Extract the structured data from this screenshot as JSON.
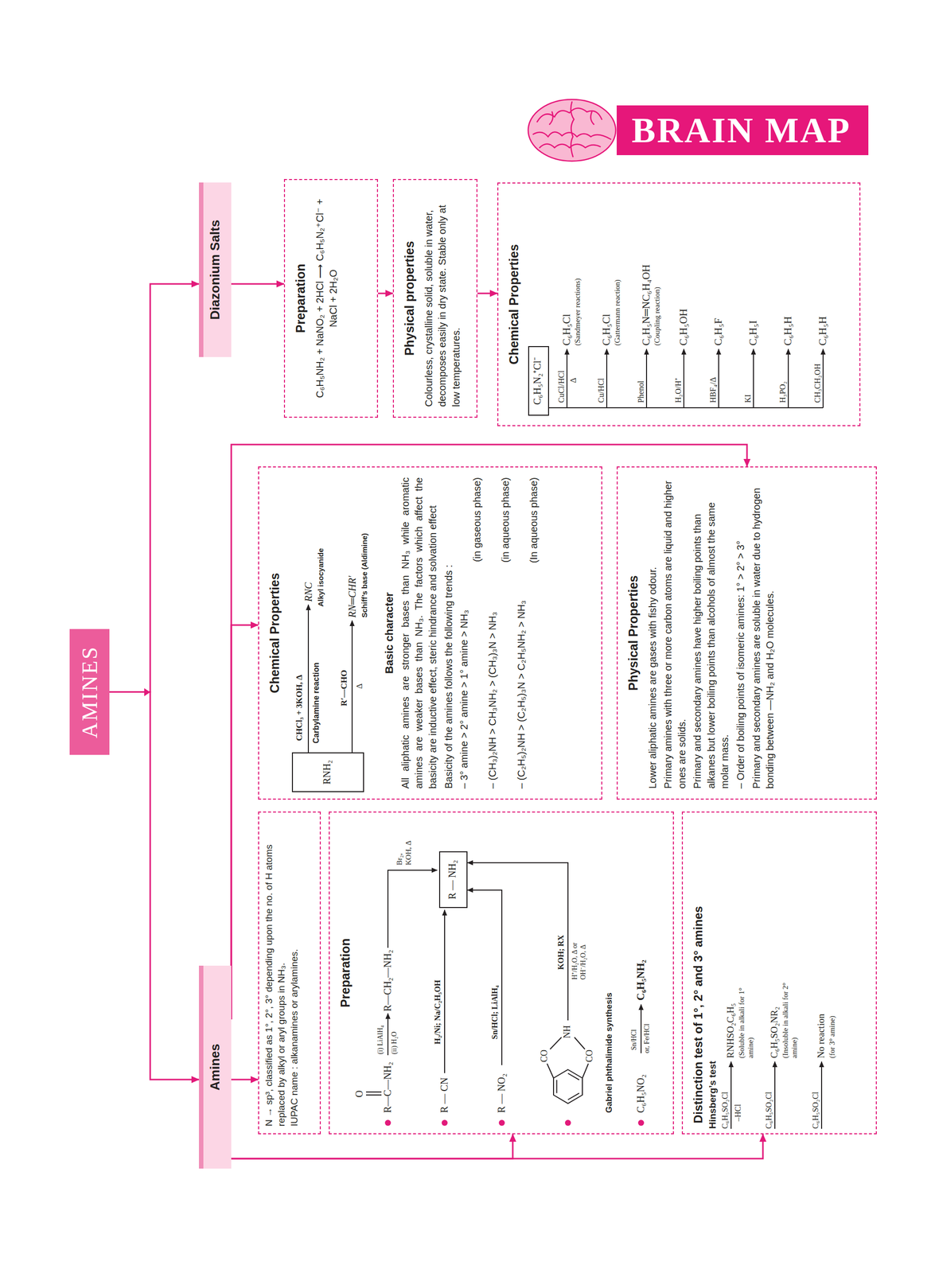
{
  "diagram": {
    "title": "BRAIN MAP",
    "nodes": [
      {
        "text": [
          "AMINES"
        ]
      },
      {
        "text": [
          "Amines"
        ]
      },
      {
        "text": [
          "Diazonium Salts"
        ]
      },
      {
        "text": [
          "N → sp³, classified as 1°, 2°, 3° depending upon the no. of H atoms replaced by alkyl or aryl groups in NH₃.",
          "IUPAC name : alkanamines or arylamines."
        ]
      },
      {
        "text": [
          "Preparation"
        ]
      },
      {
        "text": [
          "R — NH₂"
        ],
        "in": 4
      },
      {
        "text": [
          "Chemical Properties",
          "Basic character",
          "All aliphatic amines are stronger bases than NH₃ while aromatic amines are weaker bases than NH₃. The factors which affect the basicity are inductive effect, steric hindrance and solvation effect",
          "Basicity of the amines follows the following trends :",
          "– 3° amine > 2° amine > 1° amine > NH₃",
          "(in gaseous phase)",
          "– (CH₃)₂NH > CH₃NH₂ > (CH₃)₃N > NH₃",
          "(in aqueous phase)",
          "– (C₂H₅)₂NH > (C₂H₅)₃N > C₂H₅NH₂ > NH₃",
          "(In aqueous phase)"
        ]
      },
      {
        "text": [
          "RNH₂"
        ],
        "in": 6
      },
      {
        "text": [
          "Physical Properties",
          "Lower aliphatic amines are gases with fishy odour.",
          "Primary amines with three or more carbon atoms are liquid and higher ones are solids.",
          "Primary and secondary amines have higher boiling points than alkanes but lower boiling points than alcohols of almost the same molar mass.",
          "– Order of boiling points of isomeric amines: 1° > 2° > 3°",
          "Primary and secondary amines are soluble in water due to hydrogen bonding between —NH₂ and H₂O molecules."
        ]
      },
      {
        "text": [
          "Distinction test of 1°, 2° and 3° amines"
        ]
      },
      {
        "text": [
          "Preparation",
          "C₆H₅NH₂ + NaNO₂ + 2HCl ⟶ C₆H₅N₂⁺Cl⁻ + NaCl + 2H₂O"
        ]
      },
      {
        "text": [
          "Physical properties",
          "Colourless, crystalline solid, soluble in water, decomposes easily in dry state. Stable only at low temperatures."
        ]
      },
      {
        "text": [
          "Chemical Properties"
        ]
      },
      {
        "text": [
          "C₆H₅N₂⁺Cl⁻"
        ],
        "in": 12
      }
    ],
    "edges": [
      {
        "from": 0,
        "to": 1,
        "arrow": "to"
      },
      {
        "from": 0,
        "to": 2,
        "arrow": "to"
      },
      {
        "from": 1,
        "to": 3,
        "arrow": "to"
      },
      {
        "from": 1,
        "to": 4,
        "arrow": "to"
      },
      {
        "from": 1,
        "to": 9,
        "arrow": "to"
      },
      {
        "from": 1,
        "to": 6,
        "arrow": "to"
      },
      {
        "from": 1,
        "to": 8,
        "arrow": "to"
      },
      {
        "from": 2,
        "to": 10,
        "arrow": "to"
      },
      {
        "from": 10,
        "to": 11,
        "arrow": "to"
      },
      {
        "from": 11,
        "to": 12,
        "arrow": "to"
      }
    ],
    "labels": [
      "O",
      "R—C—NH₂",
      "(i) LiAlH₄",
      "(ii) H₂O",
      "R—CH₂—NH₂",
      "Br₂, KOH, Δ",
      "R — CN",
      "H₂/Ni; Na/C₂H₅OH",
      "R — NO₂",
      "Sn/HCl; LiAlH₄",
      "CO",
      "NH",
      "CO",
      "KOH; RX",
      "H⁺/H₂O, Δ or OH⁻/H₂O, Δ",
      "Gabriel phthalimide synthesis",
      "C₆H₅NO₂",
      "Sn/HCl",
      "or, Fe/HCl",
      "C₆H₅NH₂",
      "CHCl₃ + 3KOH, Δ",
      "Carbylamine reaction",
      "RNC",
      "Alkyl isocyanide",
      "R′—CHO",
      "Δ",
      "RN═CHR′",
      "Schiff’s base (Aldimine)",
      "Hinsberg’s test",
      "C₆H₅SO₂Cl",
      "–HCl",
      "RNHSO₂C₆H₅",
      "(Soluble in alkali for 1° amine)",
      "C₆H₅SO₂Cl",
      "C₆H₅SO₂NR₂",
      "(Insoluble in alkali for 2° amine)",
      "C₆H₅SO₂Cl",
      "No reaction",
      "(for 3° amine)",
      "CuCl/HCl",
      "Δ",
      "C₆H₅Cl",
      "(Sandmeyer reactions)",
      "Cu/HCl",
      "C₆H₅Cl",
      "(Gattermann reaction)",
      "Phenol",
      "C₆H₅N═NC₆H₄OH",
      "(Coupling reaction)",
      "H₂O/H⁺",
      "C₆H₅OH",
      "HBF₄/Δ",
      "C₆H₅F",
      "KI",
      "C₆H₅I",
      "H₃PO₂",
      "C₆H₅H",
      "CH₃CH₂OH",
      "C₆H₅H"
    ]
  }
}
